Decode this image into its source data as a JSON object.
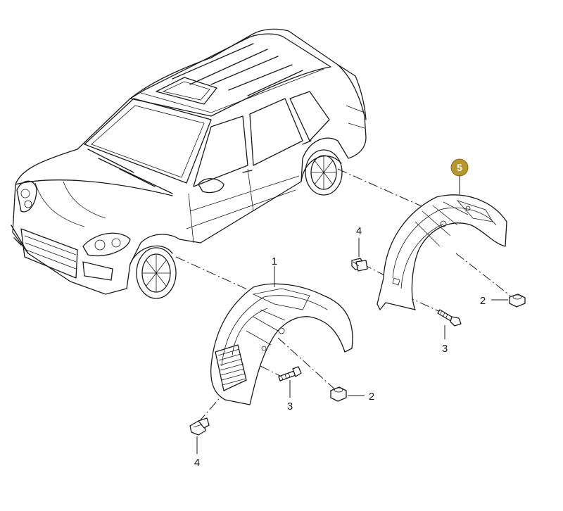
{
  "diagram": {
    "callouts": [
      {
        "id": "liner-front",
        "label": "1"
      },
      {
        "id": "nut-rear",
        "label": "2"
      },
      {
        "id": "nut-front",
        "label": "2"
      },
      {
        "id": "screw-rear",
        "label": "3"
      },
      {
        "id": "screw-front",
        "label": "3"
      },
      {
        "id": "clip-rear",
        "label": "4"
      },
      {
        "id": "clip-front",
        "label": "4"
      }
    ],
    "highlight": {
      "label": "5",
      "color": "#B8962E"
    },
    "colors": {
      "line": "#1a1a1a",
      "background": "#ffffff"
    }
  }
}
